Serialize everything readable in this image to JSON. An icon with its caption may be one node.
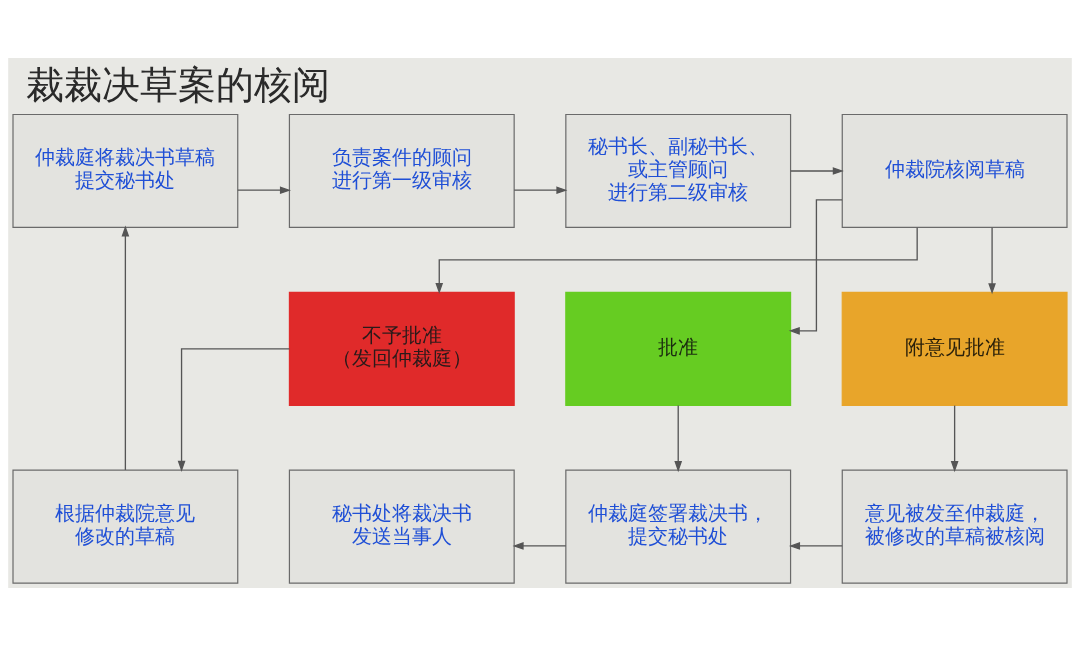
{
  "diagram": {
    "title": "裁裁决草案的核阅",
    "nodes": [
      {
        "text": [
          "仲裁庭将裁决书草稿提交秘书处"
        ]
      },
      {
        "text": [
          "负责案件的顾问进行第一级审核"
        ]
      },
      {
        "text": [
          "秘书长、副秘书长、或主管顾问进行第二级审核"
        ]
      },
      {
        "text": [
          "仲裁院核阅草稿"
        ]
      },
      {
        "text": [
          "不予批准（发回仲裁庭）"
        ]
      },
      {
        "text": [
          "批准"
        ]
      },
      {
        "text": [
          "附意见批准"
        ]
      },
      {
        "text": [
          "根据仲裁院意见修改的草稿"
        ]
      },
      {
        "text": [
          "秘书处将裁决书发送当事人"
        ]
      },
      {
        "text": [
          "仲裁庭签署裁决书，提交秘书处"
        ]
      },
      {
        "text": [
          "意见被发至仲裁庭，被修改的草稿被核阅"
        ]
      }
    ],
    "edges": [
      {
        "from": 7,
        "to": 0,
        "arrow": "to"
      },
      {
        "from": 0,
        "to": 1,
        "arrow": "to"
      },
      {
        "from": 1,
        "to": 2,
        "arrow": "to"
      },
      {
        "from": 2,
        "to": 3,
        "arrow": "to"
      },
      {
        "from": 3,
        "to": 4,
        "arrow": "to"
      },
      {
        "from": 3,
        "to": 5,
        "arrow": "to"
      },
      {
        "from": 3,
        "to": 6,
        "arrow": "to"
      },
      {
        "from": 4,
        "to": 7,
        "arrow": "to"
      },
      {
        "from": 5,
        "to": 9,
        "arrow": "to"
      },
      {
        "from": 6,
        "to": 10,
        "arrow": "to"
      },
      {
        "from": 10,
        "to": 9,
        "arrow": "to"
      },
      {
        "from": 9,
        "to": 8,
        "arrow": "to"
      }
    ]
  }
}
